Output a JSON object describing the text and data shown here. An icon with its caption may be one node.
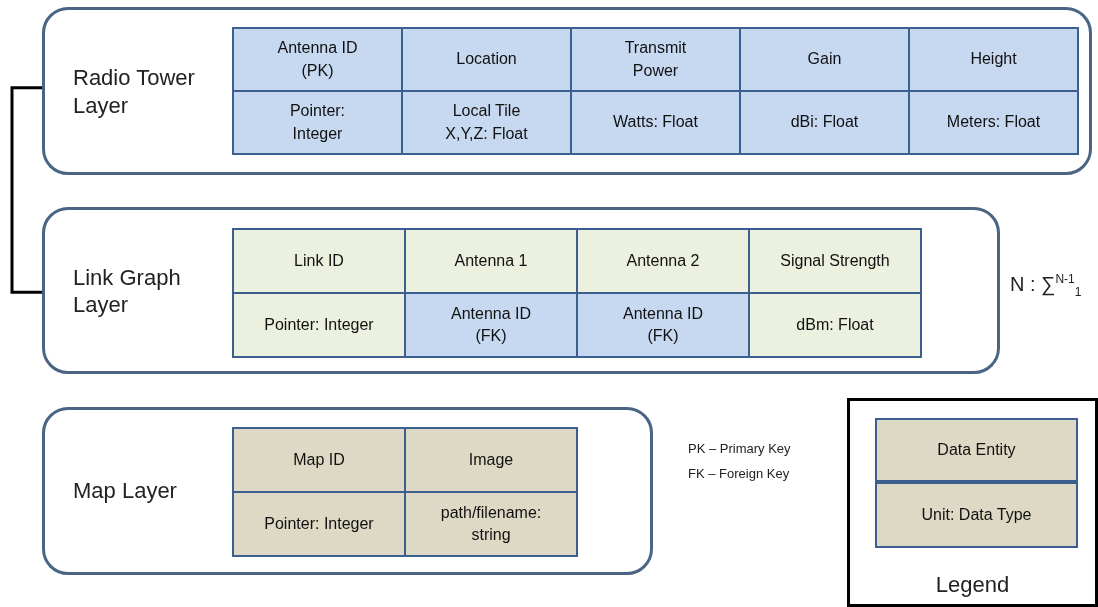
{
  "diagram": {
    "nodes": [
      {
        "text": [
          "Radio Tower Layer"
        ]
      },
      {
        "text": [
          "Antenna ID (PK)"
        ],
        "in": 0
      },
      {
        "text": [
          "Location"
        ],
        "in": 0
      },
      {
        "text": [
          "Transmit Power"
        ],
        "in": 0
      },
      {
        "text": [
          "Gain"
        ],
        "in": 0
      },
      {
        "text": [
          "Height"
        ],
        "in": 0
      },
      {
        "text": [
          "Pointer: Integer"
        ],
        "in": 0
      },
      {
        "text": [
          "Local Tile X,Y,Z: Float"
        ],
        "in": 0
      },
      {
        "text": [
          "Watts: Float"
        ],
        "in": 0
      },
      {
        "text": [
          "dBi: Float"
        ],
        "in": 0
      },
      {
        "text": [
          "Meters: Float"
        ],
        "in": 0
      },
      {
        "text": [
          "Link Graph Layer"
        ]
      },
      {
        "text": [
          "Link ID"
        ],
        "in": 11
      },
      {
        "text": [
          "Antenna 1"
        ],
        "in": 11
      },
      {
        "text": [
          "Antenna 2"
        ],
        "in": 11
      },
      {
        "text": [
          "Signal Strength"
        ],
        "in": 11
      },
      {
        "text": [
          "Pointer: Integer"
        ],
        "in": 11
      },
      {
        "text": [
          "Antenna ID (FK)"
        ],
        "in": 11
      },
      {
        "text": [
          "Antenna ID (FK)"
        ],
        "in": 11
      },
      {
        "text": [
          "dBm: Float"
        ],
        "in": 11
      },
      {
        "text": [
          "Map Layer"
        ]
      },
      {
        "text": [
          "Map ID"
        ],
        "in": 20
      },
      {
        "text": [
          "Image"
        ],
        "in": 20
      },
      {
        "text": [
          "Pointer: Integer"
        ],
        "in": 20
      },
      {
        "text": [
          "path/filename: string"
        ],
        "in": 20
      },
      {
        "text": [
          "Legend"
        ]
      },
      {
        "text": [
          "Data Entity"
        ],
        "in": 25
      },
      {
        "text": [
          "Unit: Data Type"
        ],
        "in": 25
      }
    ],
    "edges": [
      {
        "from": 0,
        "to": 11,
        "arrow": "none"
      }
    ],
    "labels": [
      "N : ∑$^{N-1}$$_{1}$",
      "PK – Primary Key",
      "FK – Foreign Key"
    ]
  }
}
